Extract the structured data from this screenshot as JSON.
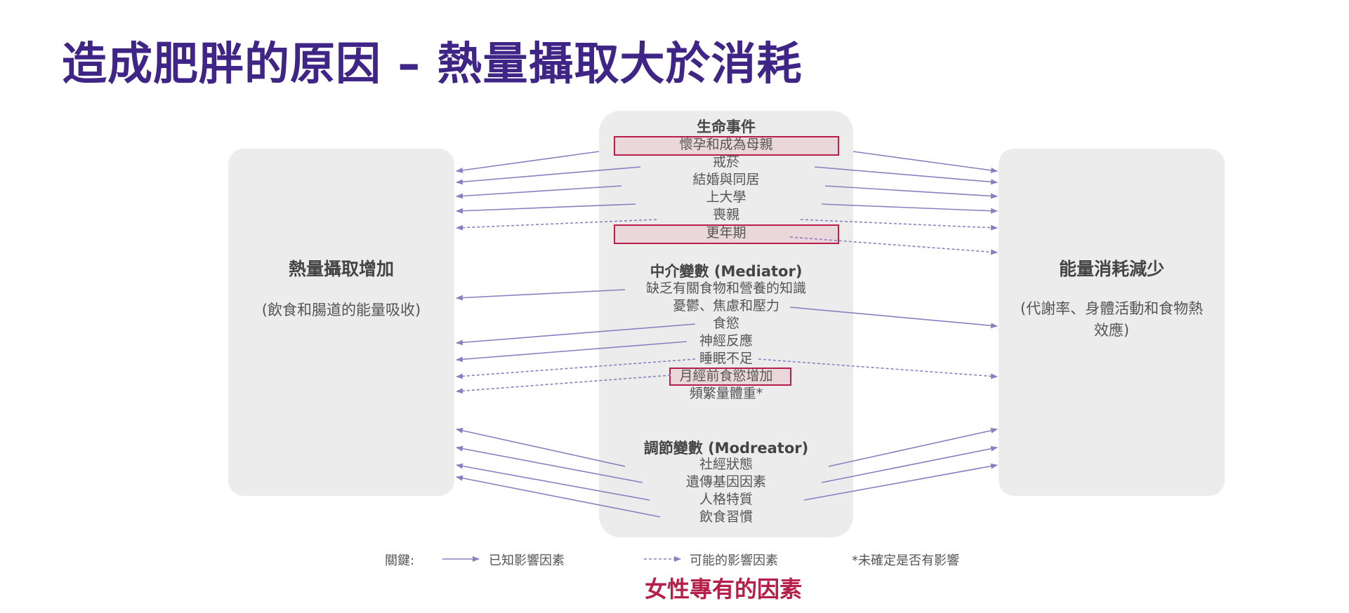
{
  "title": "造成肥胖的原因 – 熱量攝取大於消耗",
  "left_box": {
    "heading": "熱量攝取增加",
    "sub": "(飲食和腸道的能量吸收)"
  },
  "right_box": {
    "heading": "能量消耗減少",
    "sub": "(代謝率、身體活動和食物熱效應)"
  },
  "center": {
    "life_events": {
      "heading": "生命事件",
      "items": [
        "懷孕和成為母親",
        "戒菸",
        "結婚與同居",
        "上大學",
        "喪親",
        "更年期"
      ],
      "female_specific": [
        "懷孕和成為母親",
        "更年期"
      ]
    },
    "mediators": {
      "heading": "中介變數 (Mediator)",
      "items": [
        "缺乏有關食物和營養的知識",
        "憂鬱、焦慮和壓力",
        "食慾",
        "神經反應",
        "睡眠不足",
        "月經前食慾增加",
        "頻繁量體重*"
      ],
      "female_specific": [
        "月經前食慾增加"
      ]
    },
    "moderators": {
      "heading": "調節變數 (Modreator)",
      "items": [
        "社經狀態",
        "遺傳基因因素",
        "人格特質",
        "飲食習慣"
      ]
    }
  },
  "legend": {
    "key_label": "關鍵:",
    "known": "已知影響因素",
    "possible": "可能的影響因素",
    "uncertain": "*未確定是否有影響"
  },
  "female_note": "女性專有的因素",
  "colors": {
    "title": "#3f2585",
    "arrow": "#8a80c0",
    "highlight": "#b51f49",
    "box": "#ececec"
  }
}
